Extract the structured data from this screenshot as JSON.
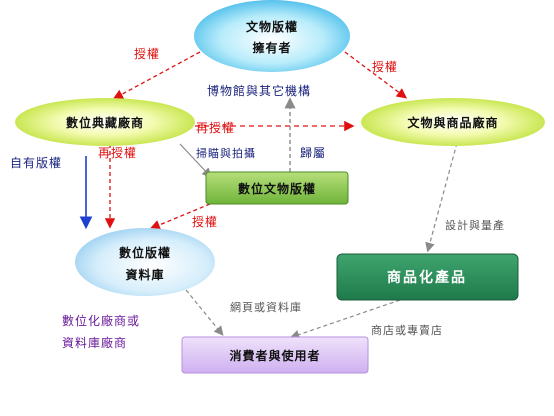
{
  "nodes": {
    "owner": {
      "line1": "文物版權",
      "line2": "擁有者"
    },
    "museum": {
      "label": "博物館與其它機構"
    },
    "digital_collector": {
      "label": "數位典藏廠商"
    },
    "merch_maker": {
      "label": "文物與商品廠商"
    },
    "digital_rights": {
      "label": "數位文物版權"
    },
    "database": {
      "line1": "數位版權",
      "line2": "資料庫"
    },
    "products": {
      "label": "商品化產品"
    },
    "consumers": {
      "label": "消費者與使用者"
    }
  },
  "edge_labels": {
    "license_left": "授權",
    "license_right": "授權",
    "sublicense_top": "再授權",
    "sublicense_left": "再授權",
    "own_copyright": "自有版權",
    "scan_photo": "掃瞄與拍攝",
    "ownership": "歸屬",
    "license_db": "授權",
    "design_production": "設計與量產",
    "web_db": "網頁或資料庫",
    "stores": "商店或專賣店"
  },
  "side_notes": {
    "line1": "數位化廠商或",
    "line2": "資料庫廠商"
  },
  "colors": {
    "license_arrow": "#e01010",
    "gray_arrow": "#8a8a8a",
    "own_arrow": "#1f3fd1",
    "node_yellow_green": "#d8f060",
    "node_blue": "#7ad7f5",
    "node_green": "#8bc34a",
    "node_darkgreen": "#2e8b57",
    "node_lavender": "#dcc2f5"
  }
}
